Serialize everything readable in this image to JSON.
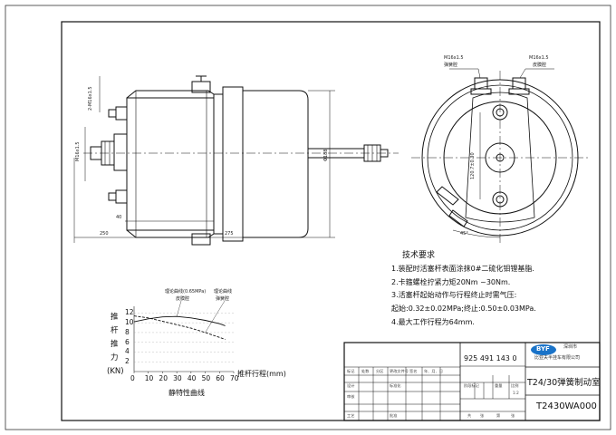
{
  "top_view": {
    "dims": {
      "thread_top": "2-M16x1.5",
      "thread_left": "M16x1.5",
      "offset_small": "40",
      "offset_large": "250",
      "length_main": "275",
      "diameter": "Φ188"
    }
  },
  "end_view": {
    "port_left": {
      "thread": "M16x1.5",
      "label": "弹簧腔"
    },
    "port_right": {
      "thread": "M16x1.5",
      "label": "皮膜腔"
    },
    "bolt_spacing": "120.7±0.30",
    "angle": "45°"
  },
  "tech_requirements": {
    "title": "技术要求",
    "items": [
      "1.装配时活塞杆表面涂抹0#二硫化钼锂基脂.",
      "2.卡箍螺栓拧紧力矩20Nm ~30Nm.",
      "3.活塞杆起始动作与行程终止时需气压:",
      "起始:0.32±0.02MPa;终止:0.50±0.03MPa.",
      "4.最大工作行程为64mm."
    ]
  },
  "chart_data": {
    "type": "line",
    "title": "静特性曲线",
    "xlabel": "推杆行程(mm)",
    "ylabel": "推杆推力(KN)",
    "ylabel_chars": [
      "推",
      "杆",
      "推",
      "力",
      "(KN)"
    ],
    "xlim": [
      0,
      70
    ],
    "ylim": [
      0,
      13
    ],
    "x_ticks": [
      0,
      10,
      20,
      30,
      40,
      50,
      60,
      70
    ],
    "y_ticks": [
      0,
      2,
      4,
      6,
      8,
      10,
      12
    ],
    "series": [
      {
        "name": "理论曲线(0.65MPa)",
        "sublabel": "皮膜腔",
        "x": [
          0,
          10,
          20,
          30,
          40,
          50,
          60,
          64
        ],
        "y": [
          10.2,
          10.8,
          11.2,
          11.3,
          11.0,
          10.5,
          9.8,
          9.4
        ]
      },
      {
        "name": "理论曲线",
        "sublabel": "弹簧腔",
        "x": [
          0,
          10,
          20,
          30,
          40,
          50,
          60,
          64
        ],
        "y": [
          11.4,
          11.0,
          10.3,
          9.6,
          8.9,
          8.0,
          7.0,
          6.6
        ]
      }
    ]
  },
  "title_block": {
    "part_number": "925 491 143 0",
    "logo_text": "BYF",
    "company_line1": "深圳市",
    "company_line2": "比亚夫半挂车有限公司",
    "product_name": "T24/30弹簧制动室",
    "drawing_number": "T2430WA000",
    "ratio": "1:2",
    "rows": {
      "r1": [
        "标记",
        "处数",
        "分区",
        "更改文件号",
        "签名",
        "年、月、日"
      ],
      "r2": [
        "设计",
        "标准化",
        "阶段标记",
        "重量",
        "比例"
      ],
      "r3": [
        "审核"
      ],
      "r4": [
        "工艺",
        "批准",
        "共",
        "张",
        "第",
        "张"
      ]
    }
  }
}
